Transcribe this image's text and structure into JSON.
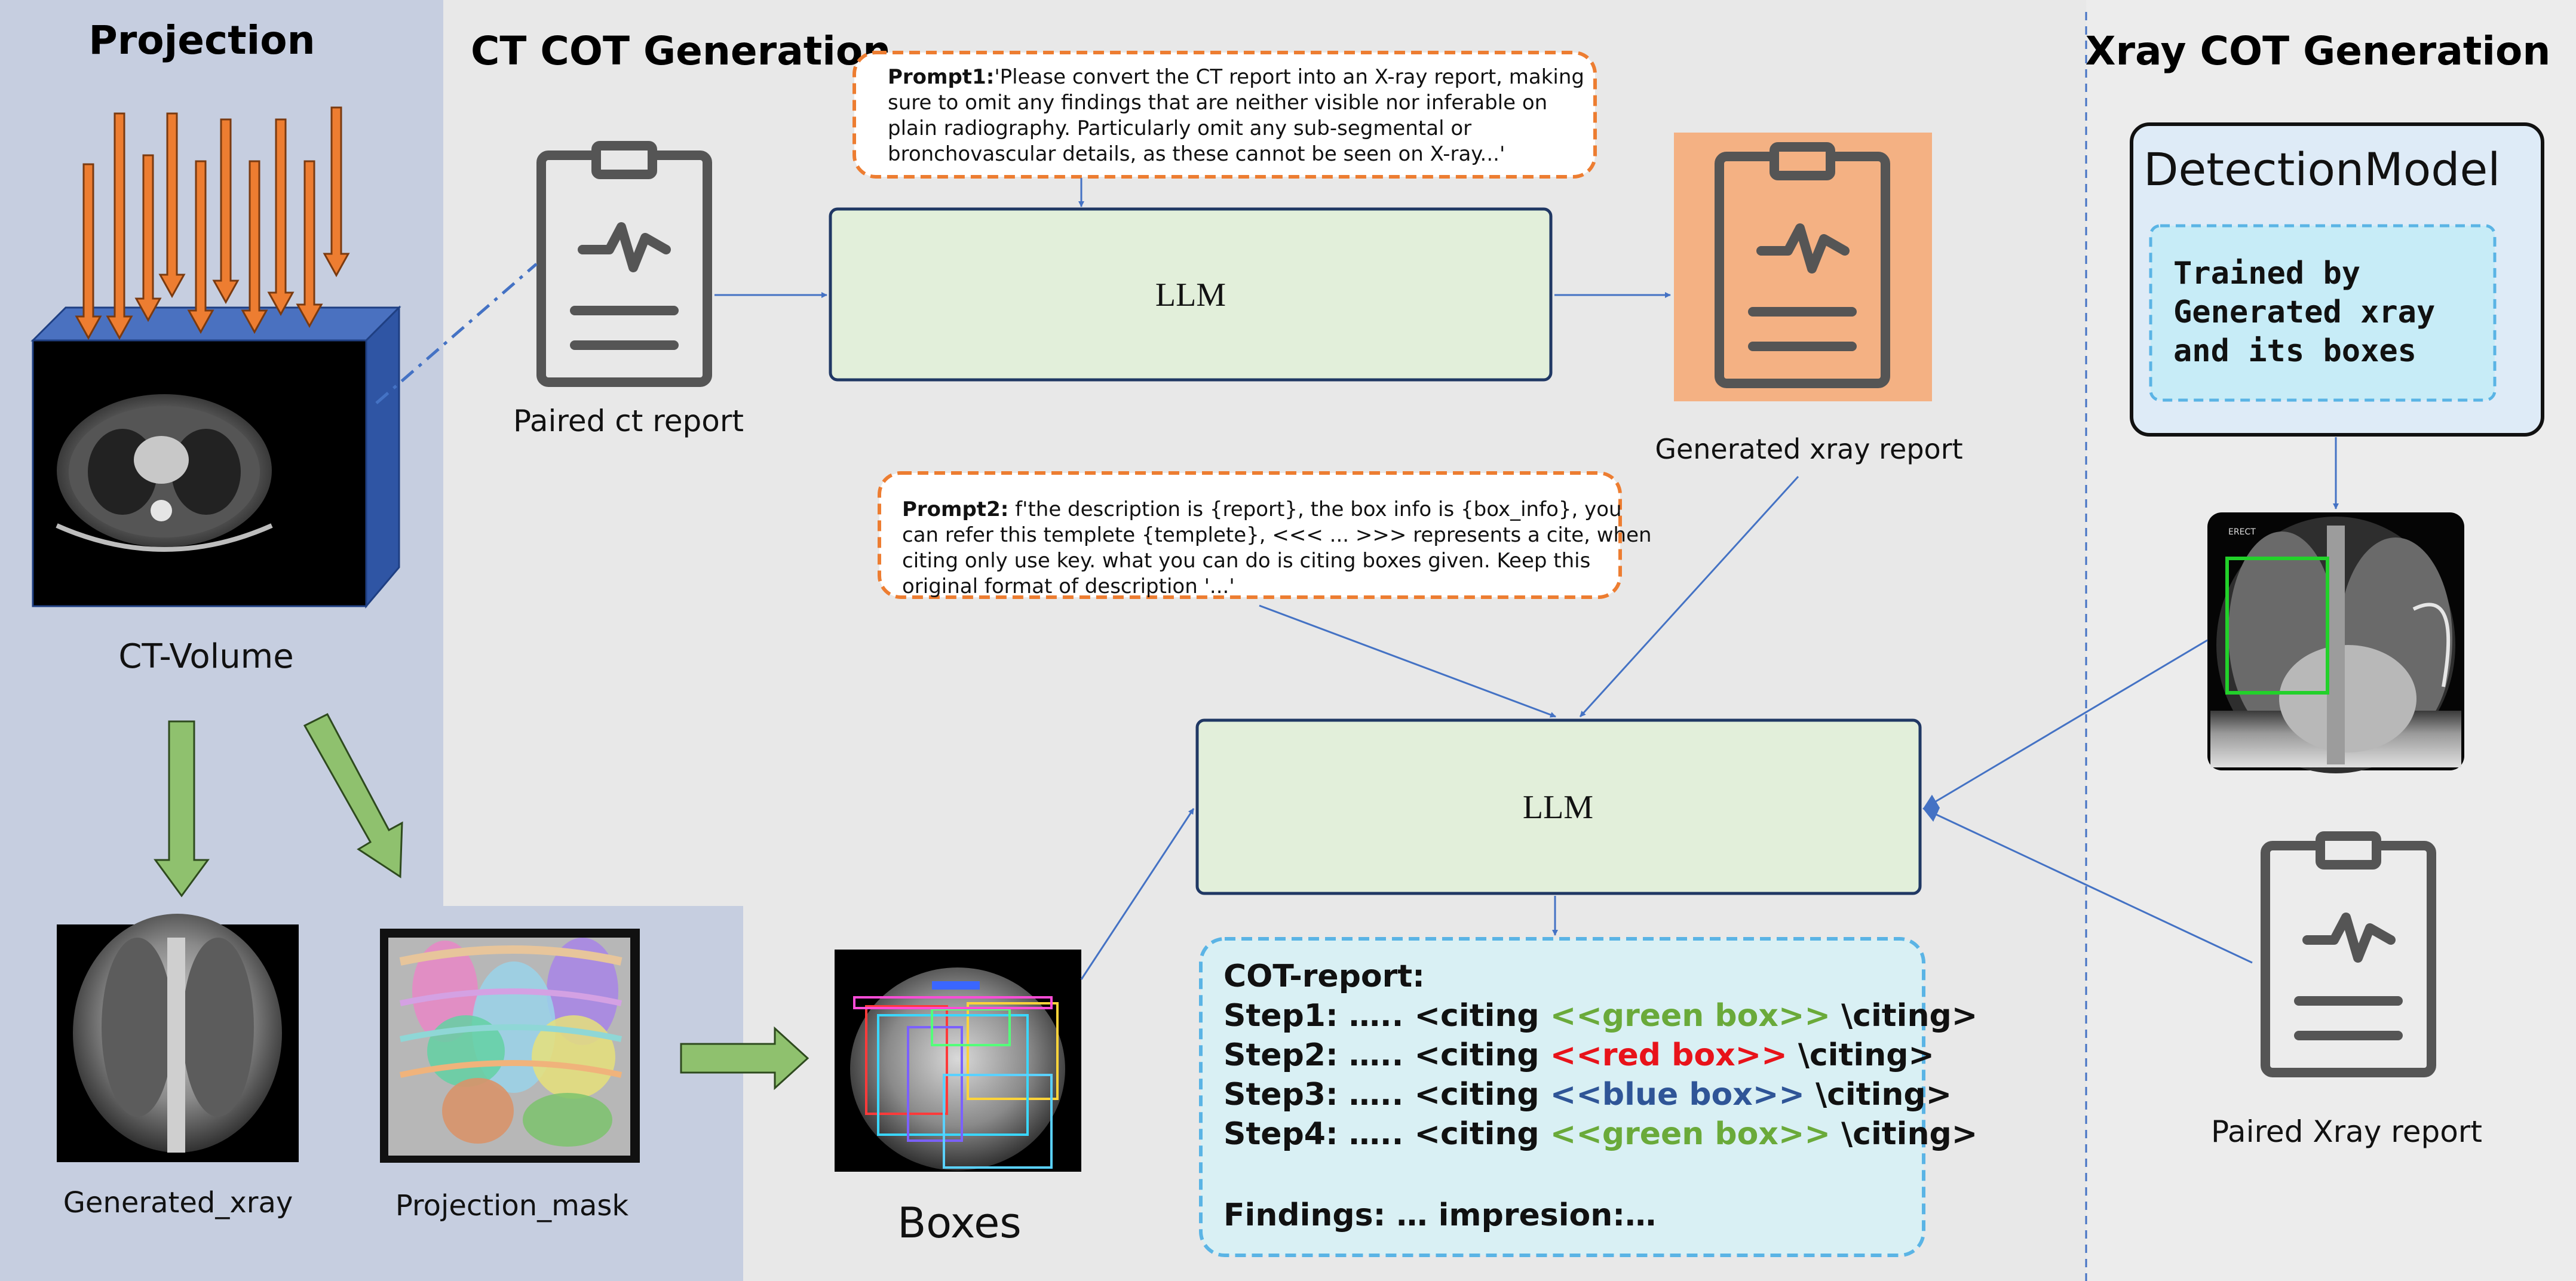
{
  "sections": {
    "projection": "Projection",
    "ct_cot": "CT COT Generation",
    "xray_cot": "Xray COT Generation"
  },
  "labels": {
    "ct_volume": "CT-Volume",
    "paired_ct_report": "Paired ct report",
    "generated_xray_report": "Generated xray report",
    "generated_xray": "Generated_xray",
    "projection_mask": "Projection_mask",
    "boxes": "Boxes",
    "paired_xray_report": "Paired Xray report"
  },
  "llm": {
    "top": "LLM",
    "bottom": "LLM"
  },
  "prompt1": {
    "title": "Prompt1:",
    "lines": [
      "'Please convert the CT report into an X-ray report, making",
      "sure to omit any findings that are neither visible nor inferable on",
      "plain radiography. Particularly omit any sub-segmental or",
      "bronchovascular details, as these cannot be seen on X-ray...'"
    ]
  },
  "prompt2": {
    "title": "Prompt2:",
    "lines": [
      " f'the description is {report}, the box info is {box_info}, you",
      "can refer this templete {templete}, <<< ... >>> represents a cite, when",
      "citing only use key. what you can do is citing boxes given. Keep this",
      "original format of description '...'"
    ]
  },
  "detection": {
    "title": "DetectionModel",
    "lines": [
      "Trained by",
      "Generated xray",
      "and its boxes"
    ]
  },
  "cot_report": {
    "header": "COT-report:",
    "steps": [
      {
        "prefix": "Step1: ….. <citing ",
        "box": "<<green box>>",
        "suffix": " \\citing>",
        "color": "#6aaa3a"
      },
      {
        "prefix": "Step2: ….. <citing ",
        "box": "<<red box>>",
        "suffix": " \\citing>",
        "color": "#e8131a"
      },
      {
        "prefix": "Step3: ….. <citing ",
        "box": "<<blue box>>",
        "suffix": " \\citing>",
        "color": "#2f5597"
      },
      {
        "prefix": "Step4: ….. <citing ",
        "box": "<<green box>>",
        "suffix": " \\citing>",
        "color": "#6aaa3a"
      }
    ],
    "findings": "Findings: … impresion:…"
  },
  "colors": {
    "projection_bg": "#c6cee0",
    "ct_bg": "#e8e8e8",
    "xray_bg": "#ececec",
    "llm_fill": "#e2efda",
    "report_fill": "#d9f0f4",
    "detection_fill": "#deebf7",
    "detection_inner": "#c7ecf7",
    "orange": "#ed7d31",
    "green_arrow": "#8fc16e",
    "cube_blue": "#2f55a4",
    "connector": "#4472c4"
  }
}
